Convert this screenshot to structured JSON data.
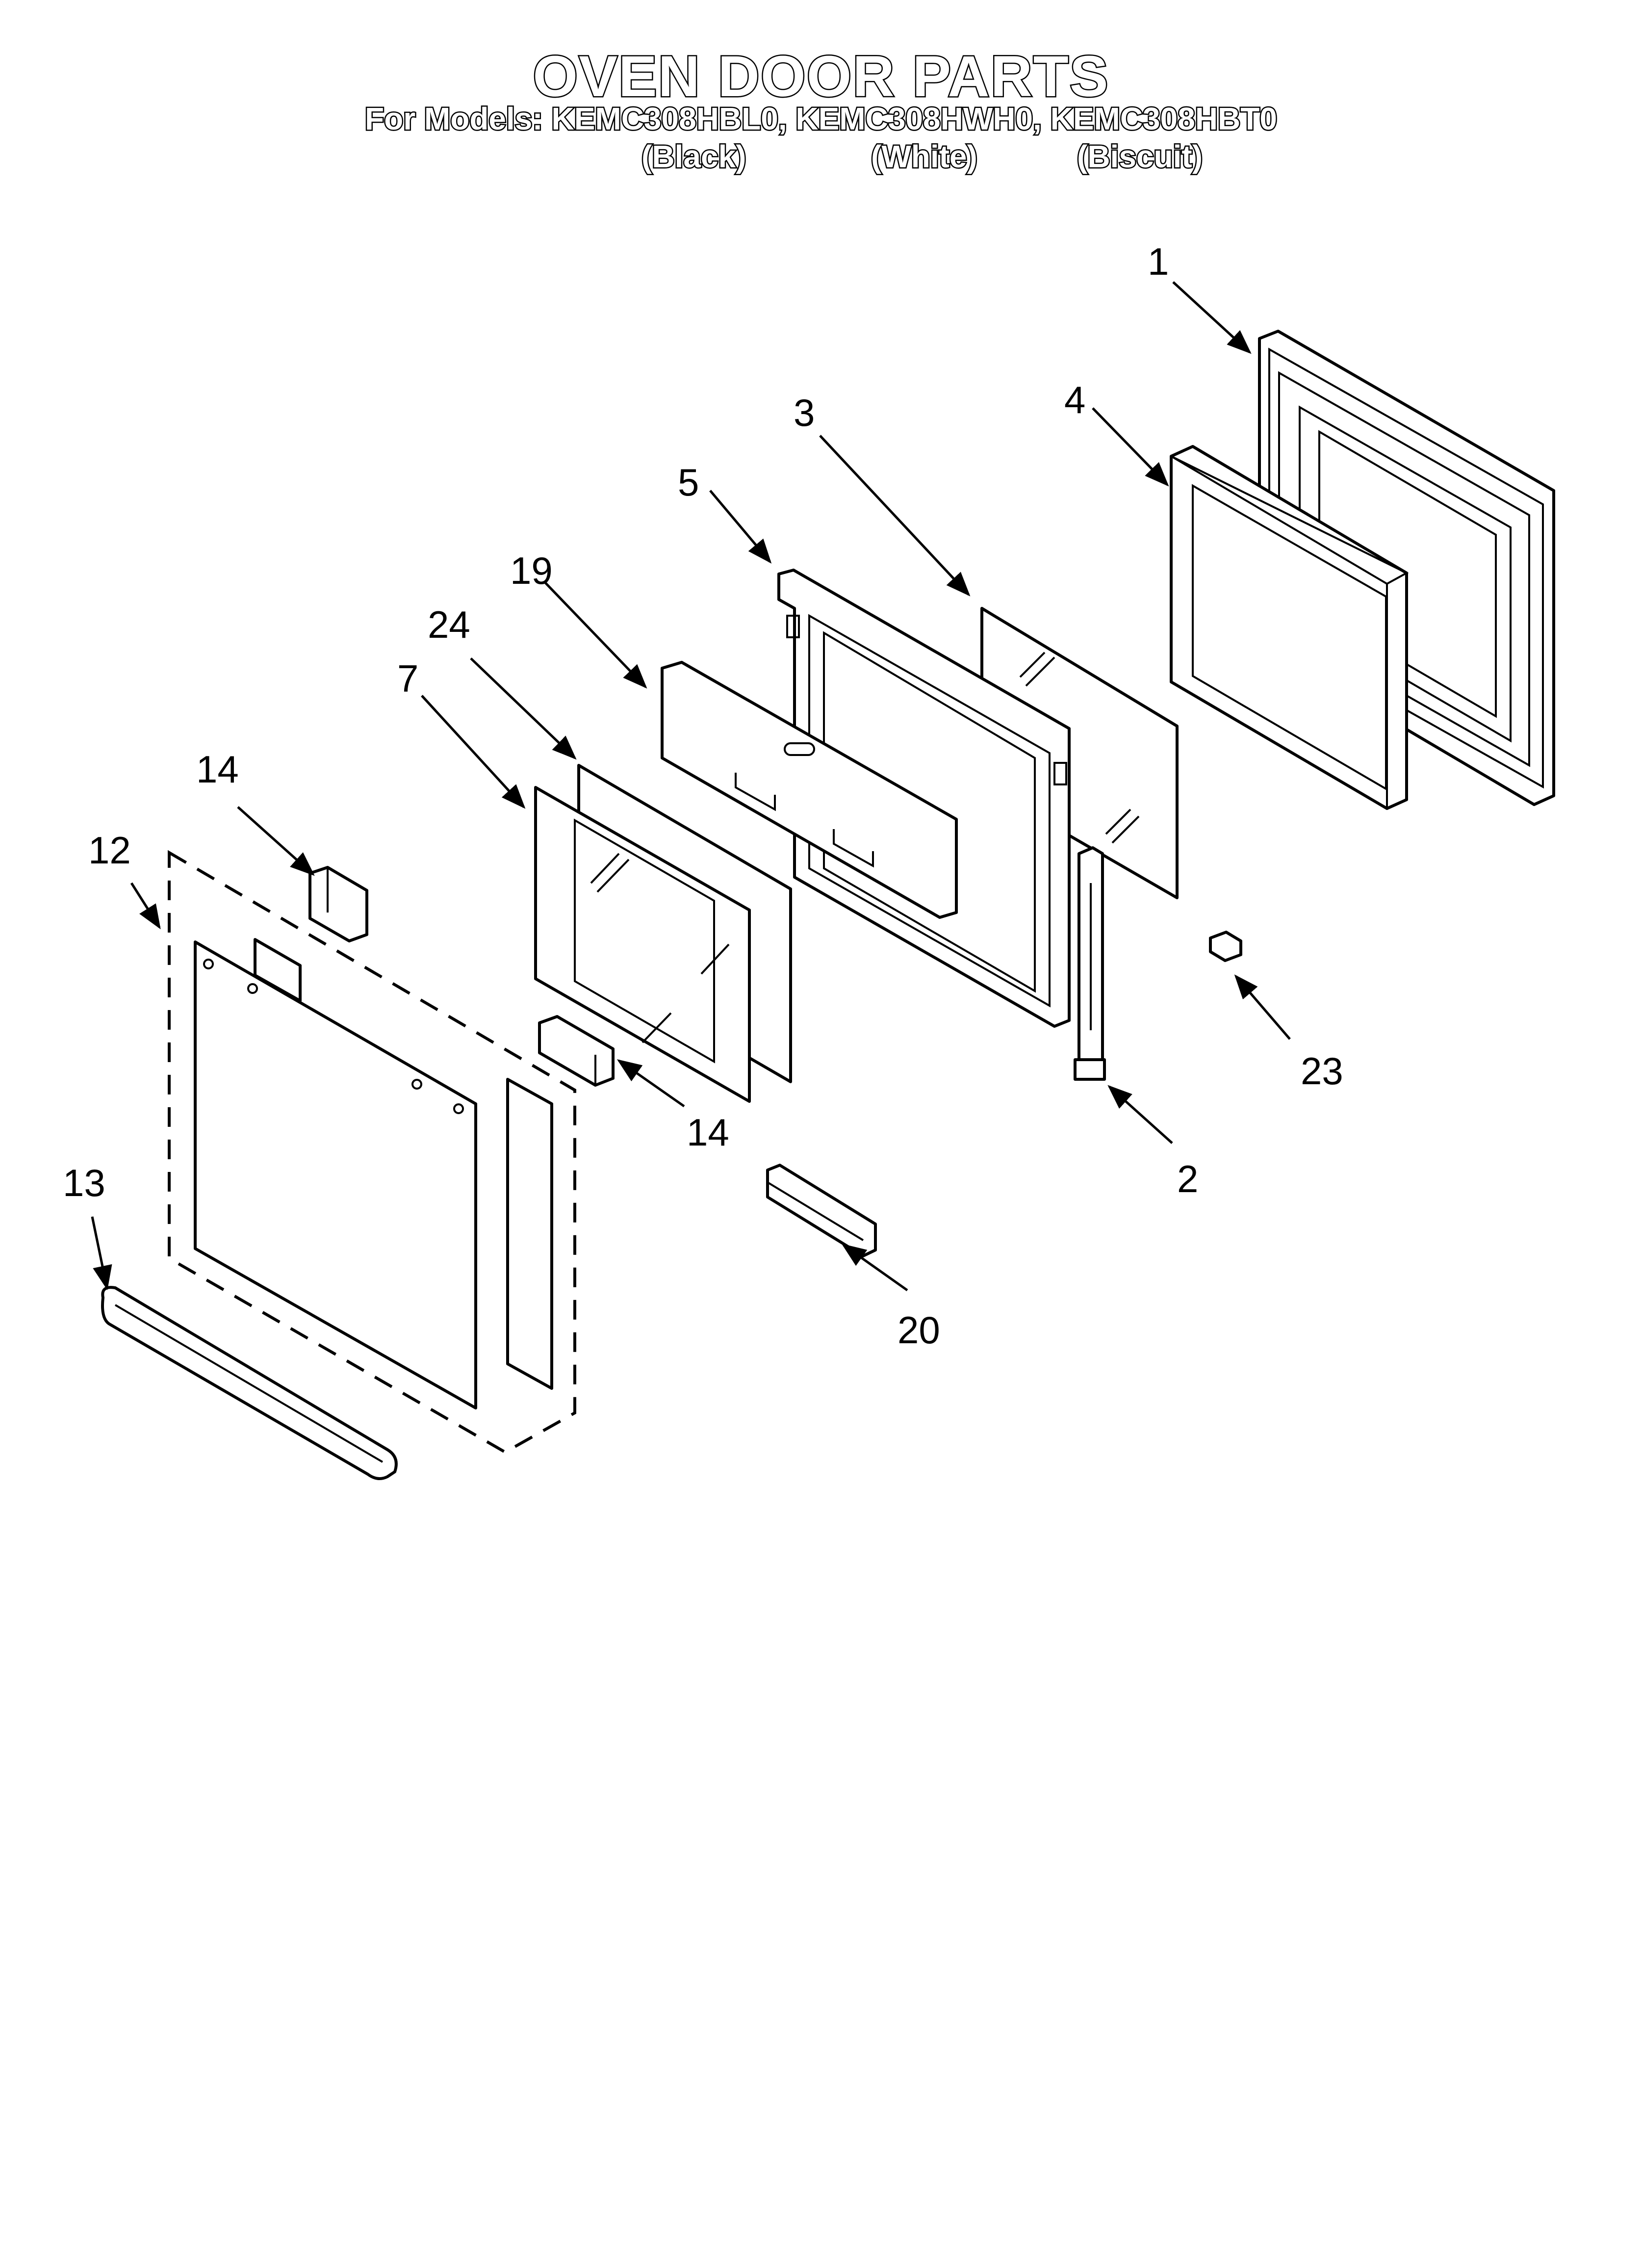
{
  "header": {
    "title": "OVEN DOOR PARTS",
    "models_line": "For Models: KEMC308HBL0, KEMC308HWH0, KEMC308HBT0",
    "colors": [
      "(Black)",
      "(White)",
      "(Biscuit)"
    ]
  },
  "callouts": [
    "1",
    "4",
    "3",
    "5",
    "19",
    "24",
    "7",
    "14",
    "12",
    "14",
    "23",
    "2",
    "13",
    "20"
  ],
  "icons": {
    "arrowhead": "arrow-icon"
  }
}
